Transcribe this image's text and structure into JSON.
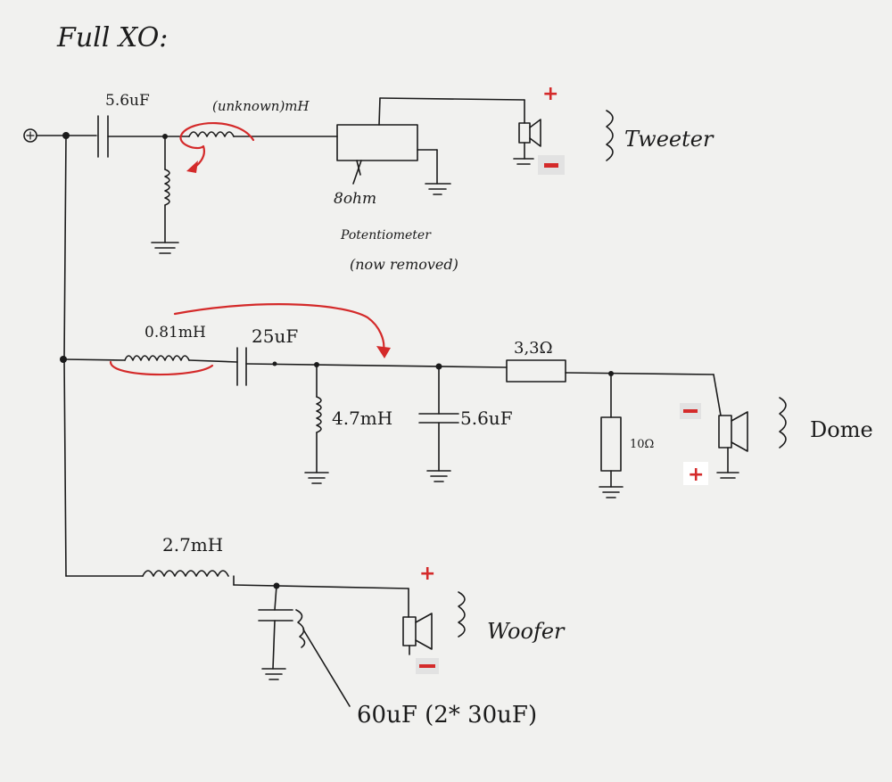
{
  "title": "Full    XO:",
  "tweeter_branch": {
    "cap_label": "5.6uF",
    "coil_label": "(unknown)mH",
    "pot_label_1": "8ohm",
    "pot_label_2": "Potentiometer",
    "pot_label_3": "(now removed)",
    "driver_label": "Tweeter"
  },
  "dome_branch": {
    "coil_label": "0.81mH",
    "cap_label": "25uF",
    "shunt_coil_label": "4.7mH",
    "shunt_cap_label": "5.6uF",
    "series_res_label": "3,3Ω",
    "shunt_res_label": "10Ω",
    "driver_label": "Dome"
  },
  "woofer_branch": {
    "coil_label": "2.7mH",
    "cap_label": "60uF (2* 30uF)",
    "driver_label": "Woofer"
  },
  "polarity": {
    "plus": "+",
    "minus": "−"
  },
  "colors": {
    "ink": "#1b1b1b",
    "paper": "#f1f1ef",
    "annotation_red": "#d42a2a"
  }
}
